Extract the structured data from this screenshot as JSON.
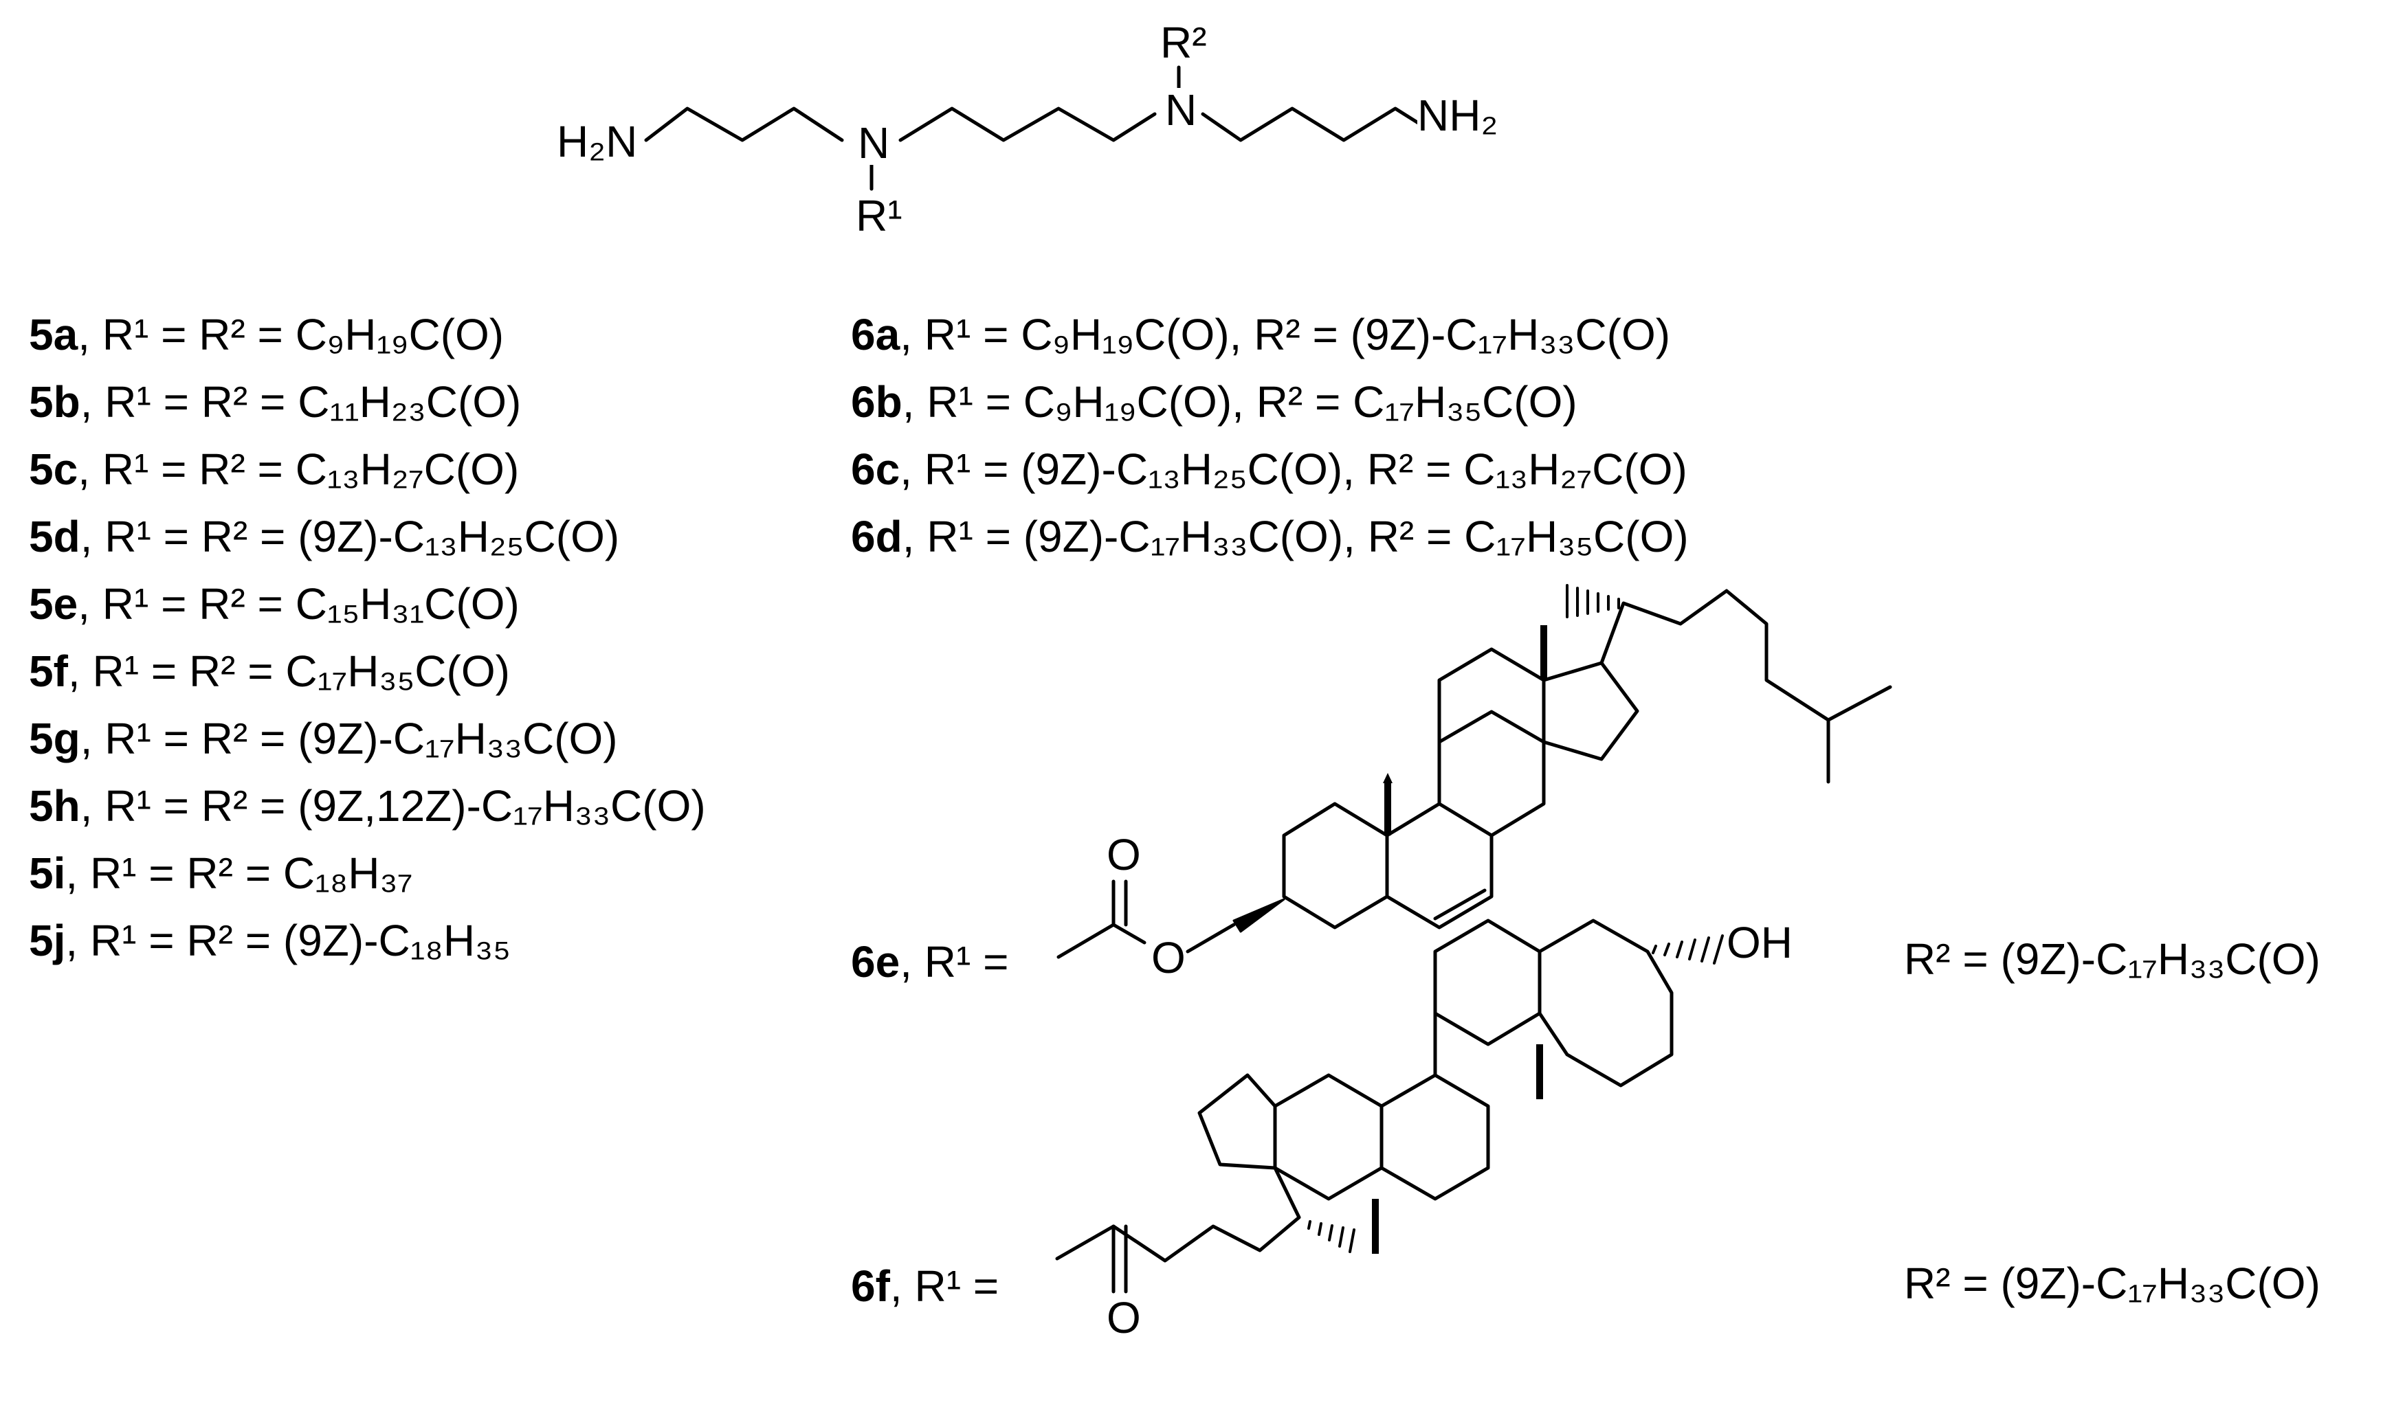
{
  "core": {
    "atoms": {
      "nh2_left": "H₂N",
      "n_left": "N",
      "r1": "R¹",
      "n_right": "N",
      "r2": "R²",
      "nh2_right": "NH₂"
    }
  },
  "compounds_5": [
    {
      "id": "5a",
      "rest": "R¹ = R² = C₉H₁₉C(O)"
    },
    {
      "id": "5b",
      "rest": "R¹ = R² = C₁₁H₂₃C(O)"
    },
    {
      "id": "5c",
      "rest": "R¹ = R² = C₁₃H₂₇C(O)"
    },
    {
      "id": "5d",
      "rest": "R¹ = R² = (9Z)-C₁₃H₂₅C(O)"
    },
    {
      "id": "5e",
      "rest": "R¹ = R² = C₁₅H₃₁C(O)"
    },
    {
      "id": "5f",
      "rest": "R¹ = R² = C₁₇H₃₅C(O)"
    },
    {
      "id": "5g",
      "rest": "R¹ = R² = (9Z)-C₁₇H₃₃C(O)"
    },
    {
      "id": "5h",
      "rest": "R¹ = R² = (9Z,12Z)-C₁₇H₃₃C(O)"
    },
    {
      "id": "5i",
      "rest": "R¹ = R² = C₁₈H₃₇"
    },
    {
      "id": "5j",
      "rest": "R¹ = R² = (9Z)-C₁₈H₃₅"
    }
  ],
  "compounds_6": [
    {
      "id": "6a",
      "rest": "R¹ = C₉H₁₉C(O), R² = (9Z)-C₁₇H₃₃C(O)"
    },
    {
      "id": "6b",
      "rest": "R¹ = C₉H₁₉C(O), R² = C₁₇H₃₅C(O)"
    },
    {
      "id": "6c",
      "rest": "R¹ = (9Z)-C₁₃H₂₅C(O), R² = C₁₃H₂₇C(O)"
    },
    {
      "id": "6d",
      "rest": "R¹ = (9Z)-C₁₇H₃₃C(O), R² = C₁₇H₃₅C(O)"
    }
  ],
  "compound_6e": {
    "id": "6e",
    "r1_text": "R¹ =",
    "r2_text": "R² = (9Z)-C₁₇H₃₃C(O)",
    "atom_o_carbonyl": "O",
    "atom_o_ester": "O"
  },
  "compound_6f": {
    "id": "6f",
    "r1_text": "R¹ =",
    "r2_text": "R² = (9Z)-C₁₇H₃₃C(O)",
    "atom_oh": "OH",
    "atom_o_ketone": "O"
  }
}
